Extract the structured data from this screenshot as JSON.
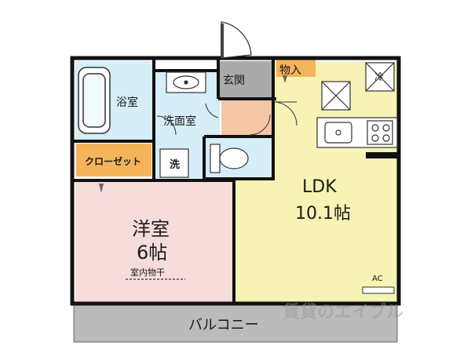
{
  "rooms": {
    "bath": "浴室",
    "washroom": "洗面室",
    "entrance": "玄関",
    "storage": "物入",
    "closet": "クローゼット",
    "washer": "洗",
    "fridge": "冷",
    "ldk_name": "LDK",
    "ldk_size": "10.1帖",
    "western_name": "洋室",
    "western_size": "6帖",
    "indoor_drying": "室内物干",
    "ac": "AC",
    "balcony": "バルコニー"
  },
  "watermark": "賃貸のエイブル",
  "colors": {
    "wall": "#111111",
    "ldk_floor": "#f7f3b4",
    "western_floor": "#f7dcdc",
    "wet_area": "#d5eef8",
    "closet": "#f5b45a",
    "storage": "#f5b45a",
    "entrance": "#aaaaaa",
    "corridor": "#f3c7a6",
    "balcony": "#bbbbbb"
  }
}
